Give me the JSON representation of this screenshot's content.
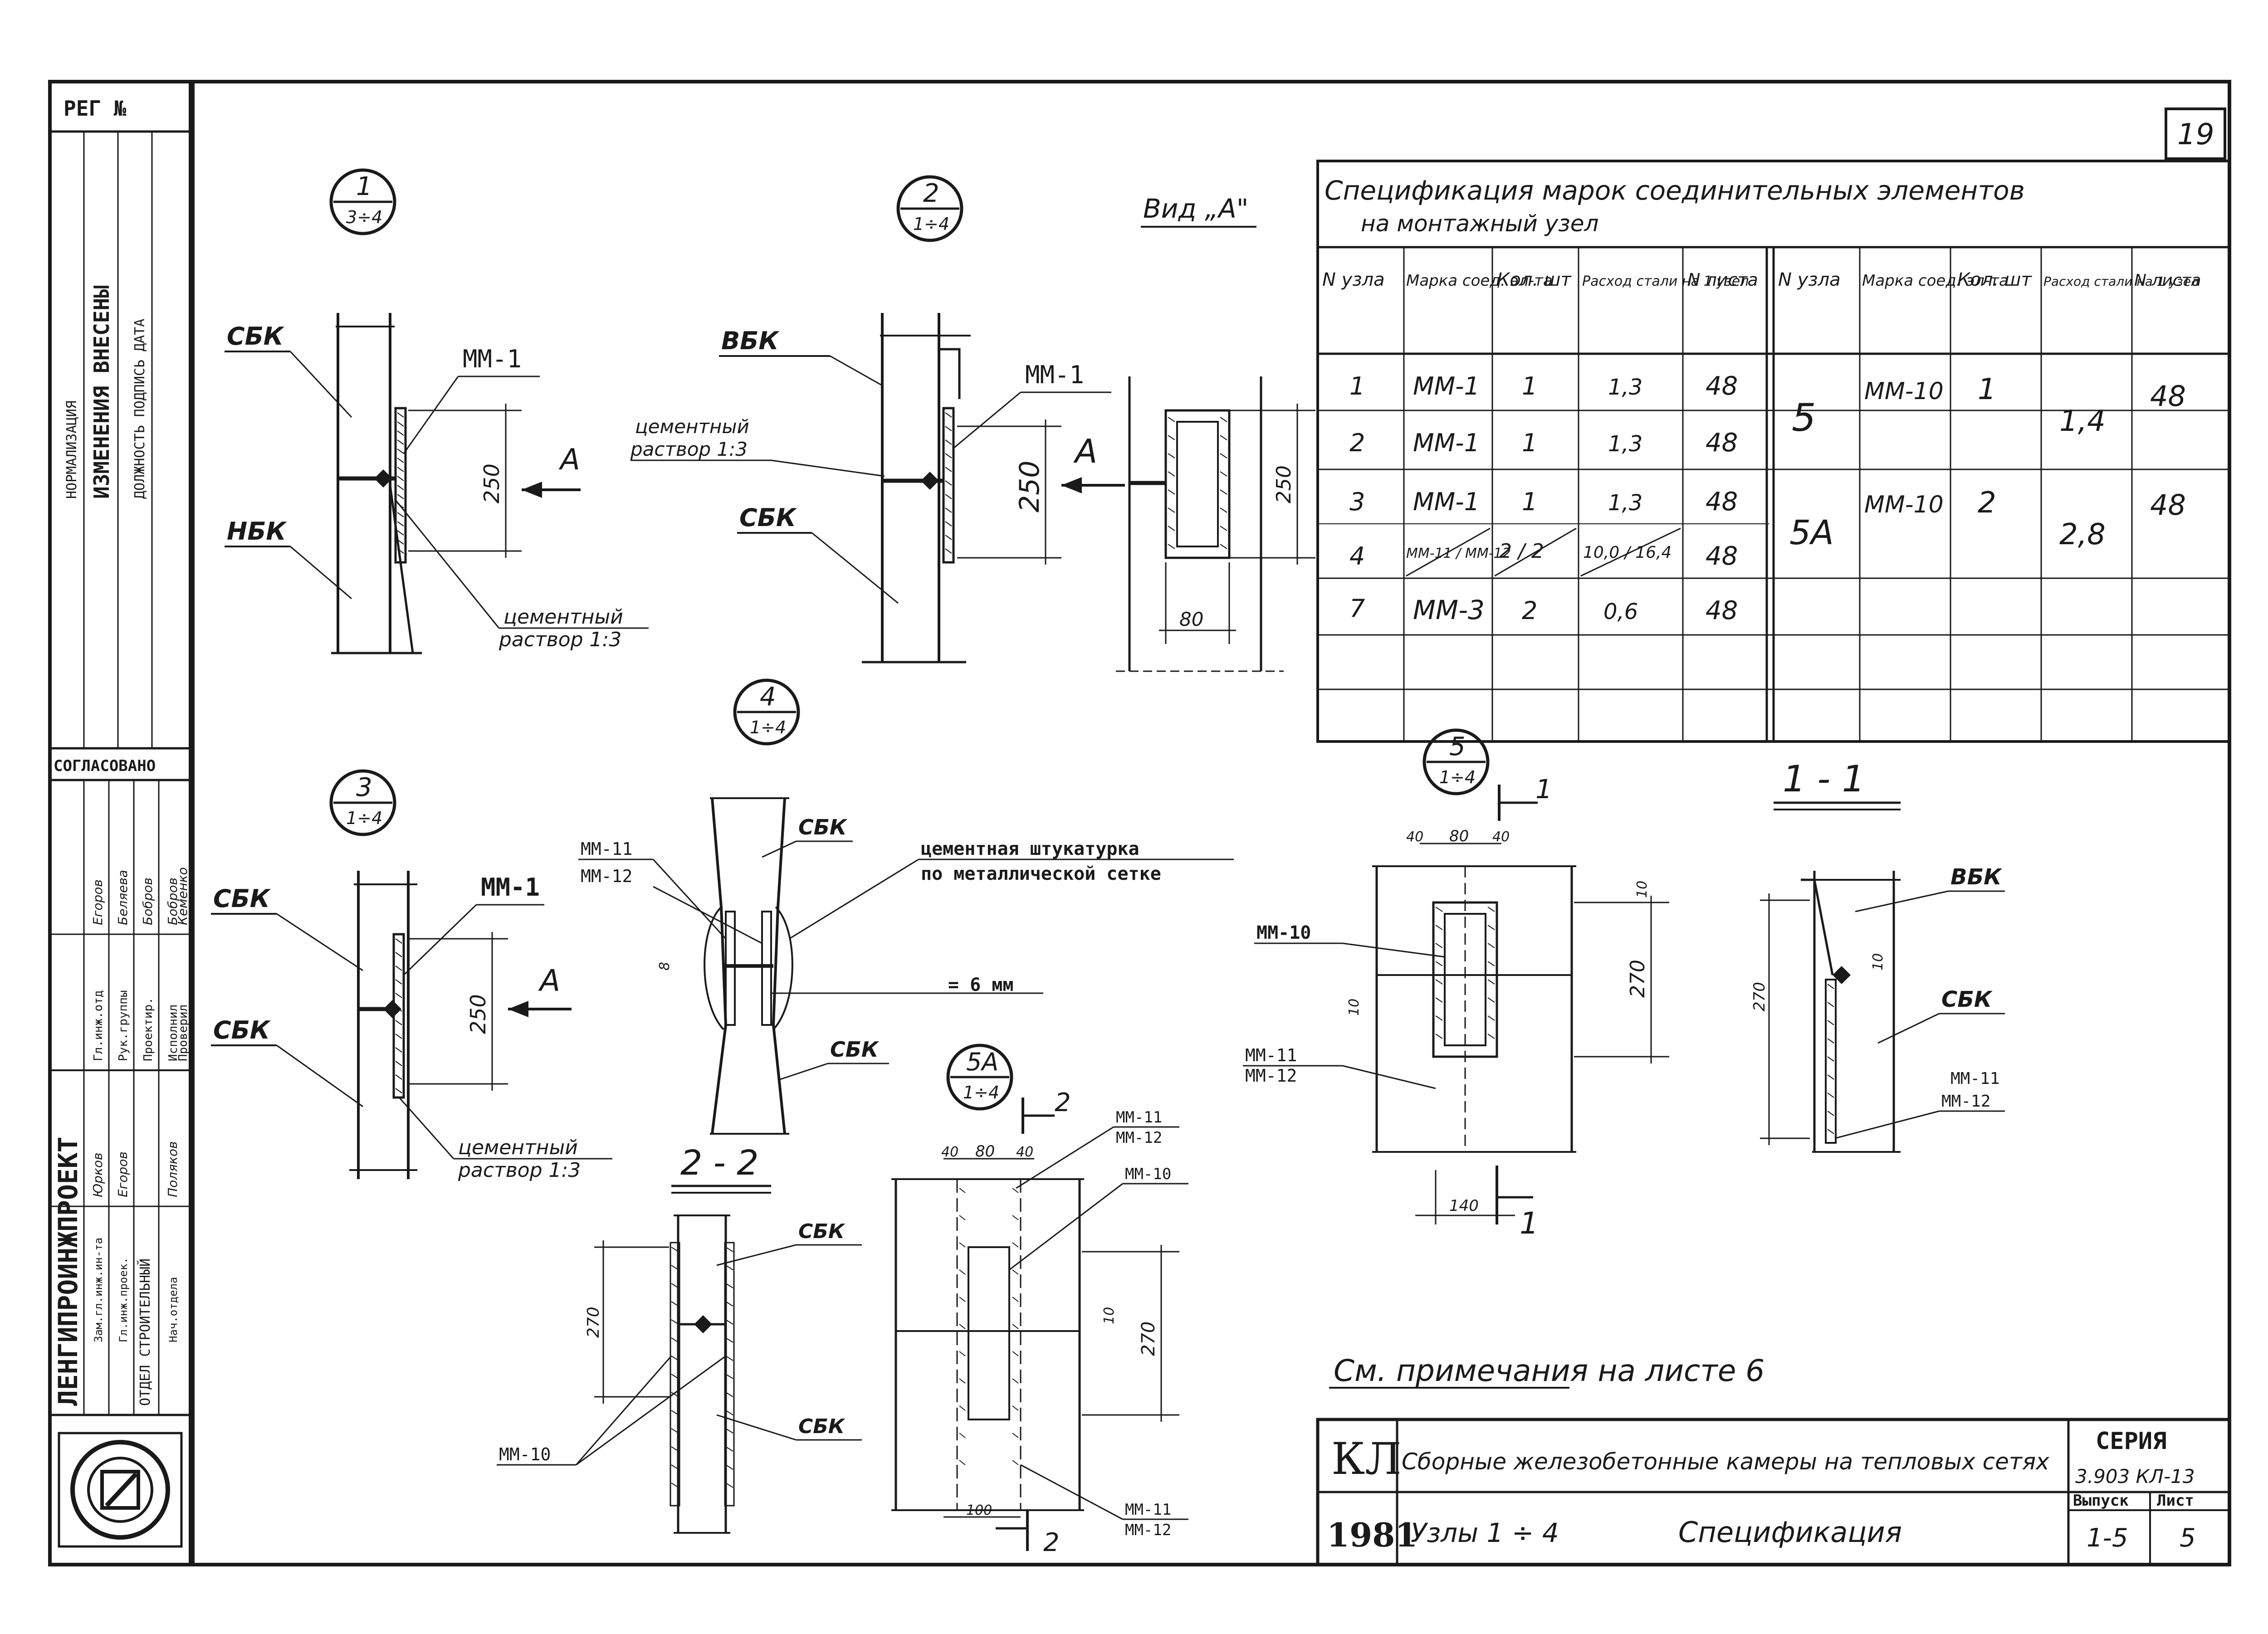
{
  "sheet_number": "19",
  "side_stamp": {
    "reg": "РЕГ №",
    "changes_title": "ИЗМЕНЕНИЯ ВНЕСЕНЫ",
    "changes_sub": "ДОЛЖНОСТЬ ПОДПИСЬ ДАТА",
    "copy_label": "НОРМАЛИЗАЦИЯ",
    "approved": "СОГЛАСОВАНО",
    "org": "ЛЕНГИПРОИНЖПРОЕКТ",
    "dept": "ОТДЕЛ СТРОИТЕЛЬНЫЙ",
    "roles": [
      "Гл.инж.отд",
      "Рук.группы",
      "Проектир.",
      "Исполнил",
      "Проверил"
    ],
    "names": [
      "Егоров",
      "Беляева",
      "Бобров",
      "Бобров",
      "Кеменко"
    ],
    "roles2": [
      "Зам.гл.инж.ин-та",
      "Гл.инж.проек.",
      "Нач.отдела"
    ],
    "names2": [
      "Юрков",
      "Егоров",
      "Поляков"
    ]
  },
  "details": {
    "d1": {
      "num": "1",
      "sub": "3÷4"
    },
    "d2": {
      "num": "2",
      "sub": "1÷4"
    },
    "d3": {
      "num": "3",
      "sub": "1÷4"
    },
    "d4": {
      "num": "4",
      "sub": "1÷4"
    },
    "d5": {
      "num": "5",
      "sub": "1÷4"
    },
    "d5a": {
      "num": "5А",
      "sub": "1÷4"
    }
  },
  "labels": {
    "sbk": "СБК",
    "nbk": "НБК",
    "vbk": "ВБК",
    "mm1": "ММ-1",
    "mm3": "ММ-3",
    "mm10": "ММ-10",
    "mm11": "ММ-11",
    "mm12": "ММ-12",
    "a": "А",
    "cement_l1": "цементный",
    "cement_l2": "раствор 1:3",
    "plaster_l1": "цементная штукатурка",
    "plaster_l2": "по металлической сетке",
    "weld": "= 6 мм",
    "view_a": "Вид „А\"",
    "sec11": "1 - 1",
    "sec22": "2 - 2",
    "cut1": "1",
    "cut2": "2",
    "note": "См. примечания на листе 6"
  },
  "dims": {
    "d250": "250",
    "d80": "80",
    "d270": "270",
    "d10": "10",
    "d40": "40",
    "d100": "100",
    "d140": "140",
    "d8": "8"
  },
  "spec": {
    "title1": "Спецификация марок соединительных элементов",
    "title2": "на монтажный узел",
    "headers_left": [
      "N узла",
      "Марка соед. эл-та",
      "Кол. шт",
      "Расход стали на 1 узел",
      "N листа"
    ],
    "headers_right": [
      "N узла",
      "Марка соед. эл-та",
      "Кол. шт",
      "Расход стали на 1 узел",
      "N листа"
    ],
    "rows_left": [
      [
        "1",
        "ММ-1",
        "1",
        "1,3",
        "48"
      ],
      [
        "2",
        "ММ-1",
        "1",
        "1,3",
        "48"
      ],
      [
        "3",
        "ММ-1",
        "1",
        "1,3",
        "48"
      ],
      [
        "4",
        "ММ-11 / ММ-12",
        "2 / 2",
        "10,0 / 16,4",
        "48"
      ],
      [
        "7",
        "ММ-3",
        "2",
        "0,6",
        "48"
      ]
    ],
    "rows_right": [
      [
        "5",
        "ММ-10",
        "1",
        "1,4",
        "48"
      ],
      [
        "5А",
        "ММ-10",
        "2",
        "2,8",
        "48"
      ]
    ]
  },
  "title_block": {
    "kl": "КЛ",
    "year": "1981",
    "name": "Сборные железобетонные камеры на тепловых сетях",
    "sheet_desc": "Узлы 1 ÷ 4",
    "sheet_type": "Спецификация",
    "series_label": "СЕРИЯ",
    "series": "3.903 КЛ-13",
    "issue_label": "Выпуск",
    "issue": "1-5",
    "list_label": "Лист",
    "list": "5"
  }
}
